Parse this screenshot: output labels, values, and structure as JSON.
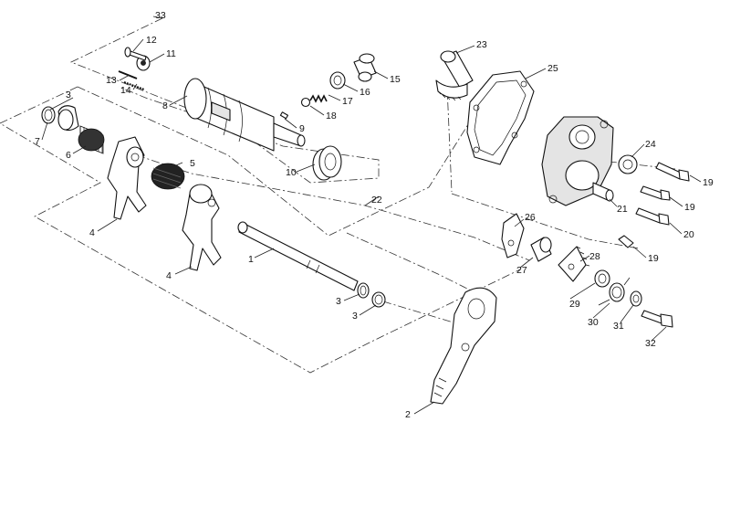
{
  "callouts": [
    {
      "id": "1",
      "label": "1"
    },
    {
      "id": "2",
      "label": "2"
    },
    {
      "id": "3a",
      "label": "3"
    },
    {
      "id": "3b",
      "label": "3"
    },
    {
      "id": "3c",
      "label": "3"
    },
    {
      "id": "4a",
      "label": "4"
    },
    {
      "id": "4b",
      "label": "4"
    },
    {
      "id": "5",
      "label": "5"
    },
    {
      "id": "6",
      "label": "6"
    },
    {
      "id": "7",
      "label": "7"
    },
    {
      "id": "8",
      "label": "8"
    },
    {
      "id": "9",
      "label": "9"
    },
    {
      "id": "10",
      "label": "10"
    },
    {
      "id": "11",
      "label": "11"
    },
    {
      "id": "12",
      "label": "12"
    },
    {
      "id": "13",
      "label": "13"
    },
    {
      "id": "14",
      "label": "14"
    },
    {
      "id": "15",
      "label": "15"
    },
    {
      "id": "16",
      "label": "16"
    },
    {
      "id": "17",
      "label": "17"
    },
    {
      "id": "18",
      "label": "18"
    },
    {
      "id": "19a",
      "label": "19"
    },
    {
      "id": "19b",
      "label": "19"
    },
    {
      "id": "19c",
      "label": "19"
    },
    {
      "id": "20",
      "label": "20"
    },
    {
      "id": "21",
      "label": "21"
    },
    {
      "id": "22",
      "label": "22"
    },
    {
      "id": "23",
      "label": "23"
    },
    {
      "id": "24",
      "label": "24"
    },
    {
      "id": "25",
      "label": "25"
    },
    {
      "id": "26",
      "label": "26"
    },
    {
      "id": "27",
      "label": "27"
    },
    {
      "id": "28",
      "label": "28"
    },
    {
      "id": "29",
      "label": "29"
    },
    {
      "id": "30",
      "label": "30"
    },
    {
      "id": "31",
      "label": "31"
    },
    {
      "id": "32",
      "label": "32"
    },
    {
      "id": "33",
      "label": "33"
    }
  ]
}
